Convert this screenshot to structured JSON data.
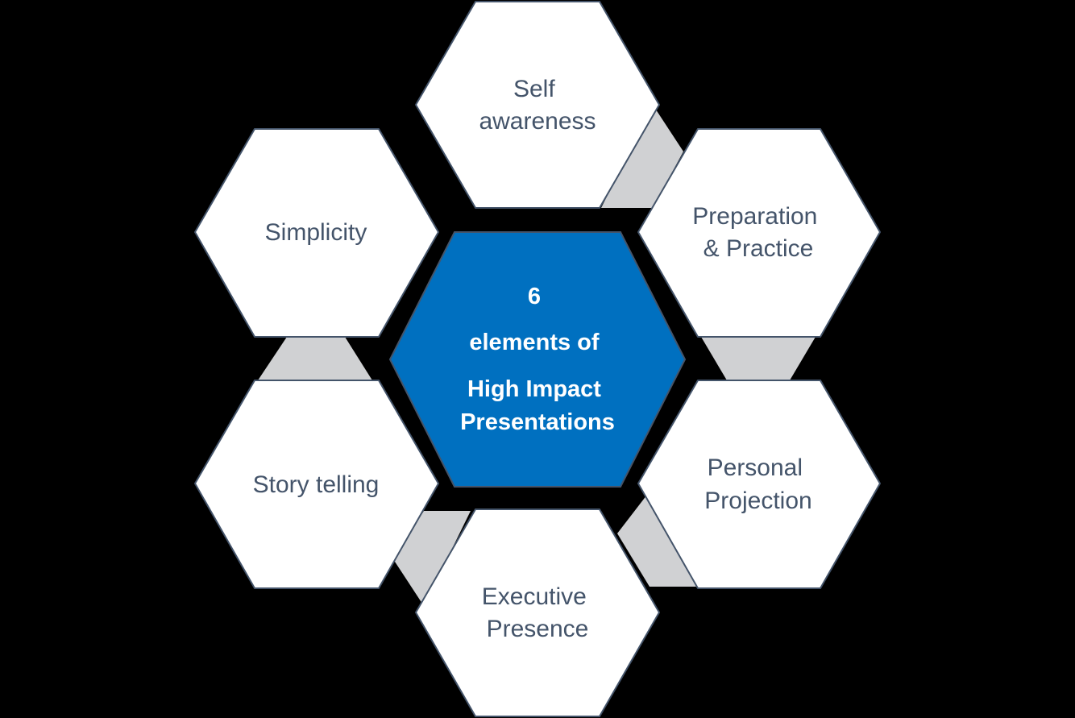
{
  "colors": {
    "background": "#000000",
    "center_fill": "#0070c0",
    "center_text": "#ffffff",
    "outer_fill": "#ffffff",
    "outer_stroke": "#44546a",
    "outer_text": "#44546a",
    "connector": "#d0d1d3"
  },
  "center": {
    "lines": [
      "6",
      "elements of",
      "High Impact",
      "Presentations"
    ]
  },
  "elements": [
    {
      "id": "self-awareness",
      "lines": [
        "Self",
        "awareness"
      ]
    },
    {
      "id": "preparation-practice",
      "lines": [
        "Preparation",
        "& Practice"
      ]
    },
    {
      "id": "personal-projection",
      "lines": [
        "Personal",
        "Projection"
      ]
    },
    {
      "id": "executive-presence",
      "lines": [
        "Executive",
        "Presence"
      ]
    },
    {
      "id": "story-telling",
      "lines": [
        "Story telling"
      ]
    },
    {
      "id": "simplicity",
      "lines": [
        "Simplicity"
      ]
    }
  ]
}
